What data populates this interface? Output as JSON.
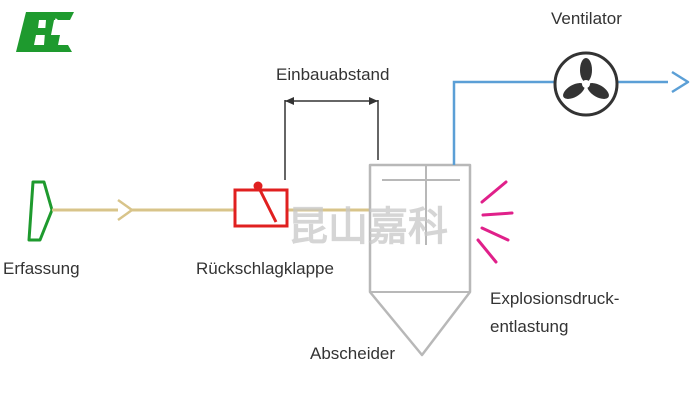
{
  "labels": {
    "ventilator": "Ventilator",
    "einbauabstand": "Einbauabstand",
    "erfassung": "Erfassung",
    "rueckschlagklappe": "Rückschlagklappe",
    "abscheider": "Abscheider",
    "explosion_line1": "Explosionsdruck-",
    "explosion_line2": "entlastung"
  },
  "watermark": "昆山嘉科",
  "logo": {
    "color": "#1e9a2e"
  },
  "colors": {
    "duct_before": "#d8c48a",
    "duct_after": "#5b9fd6",
    "flap": "#e02020",
    "vent_rays": "#e0208a",
    "housing": "#b8b8b8",
    "dimension": "#333333",
    "erfassung": "#1e9a2e"
  }
}
